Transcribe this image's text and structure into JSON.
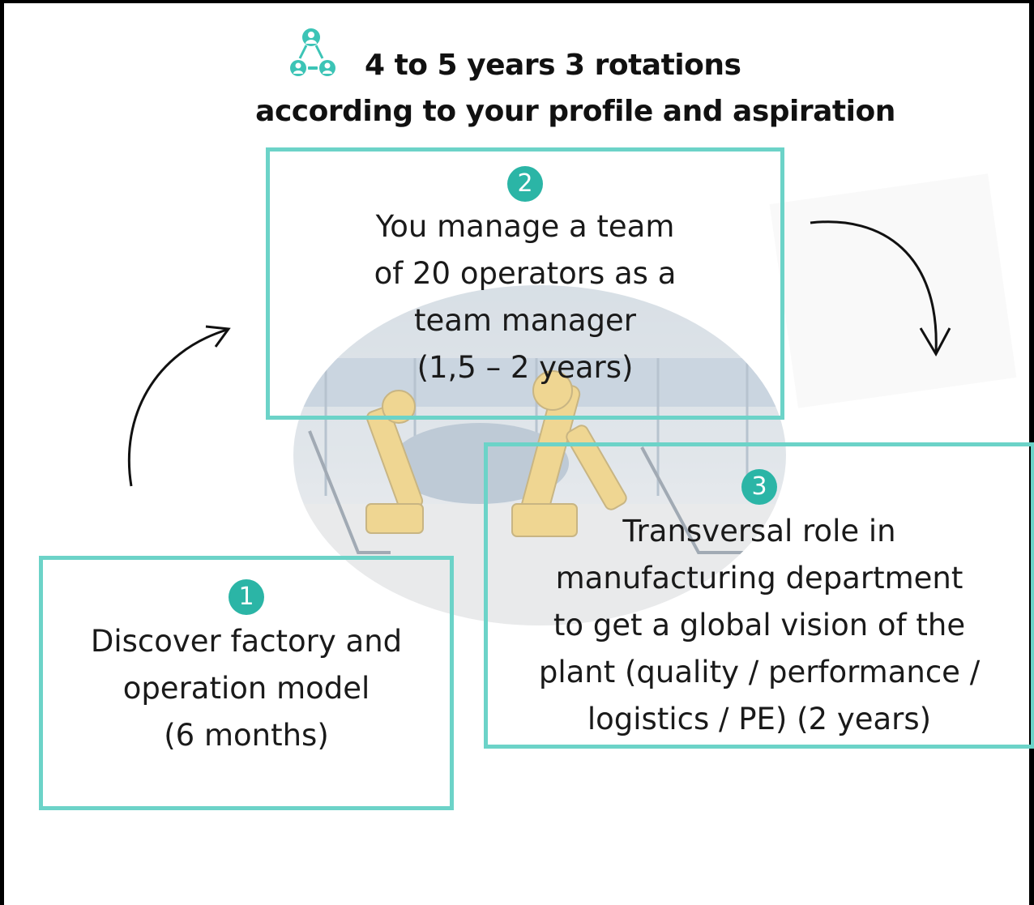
{
  "header": {
    "line1": "4 to 5 years 3 rotations",
    "line2": "according to your profile and aspiration"
  },
  "icons": {
    "header_icon": "team-hierarchy-icon",
    "left_arrow": "curved-arrow-up-right-icon",
    "right_arrow": "curved-arrow-down-icon"
  },
  "steps": [
    {
      "number": "1",
      "lines": [
        "Discover factory and",
        "operation model",
        "(6 months)"
      ]
    },
    {
      "number": "2",
      "lines": [
        "You manage a team",
        "of 20 operators as a",
        "team manager",
        "(1,5 – 2 years)"
      ]
    },
    {
      "number": "3",
      "lines": [
        "Transversal role in",
        "manufacturing department",
        "to get a global vision of the",
        "plant (quality / performance /",
        "logistics / PE) (2 years)"
      ]
    }
  ],
  "colors": {
    "box_border": "#6cd3c8",
    "badge": "#2bb5a6",
    "icon": "#3cc4b6"
  }
}
